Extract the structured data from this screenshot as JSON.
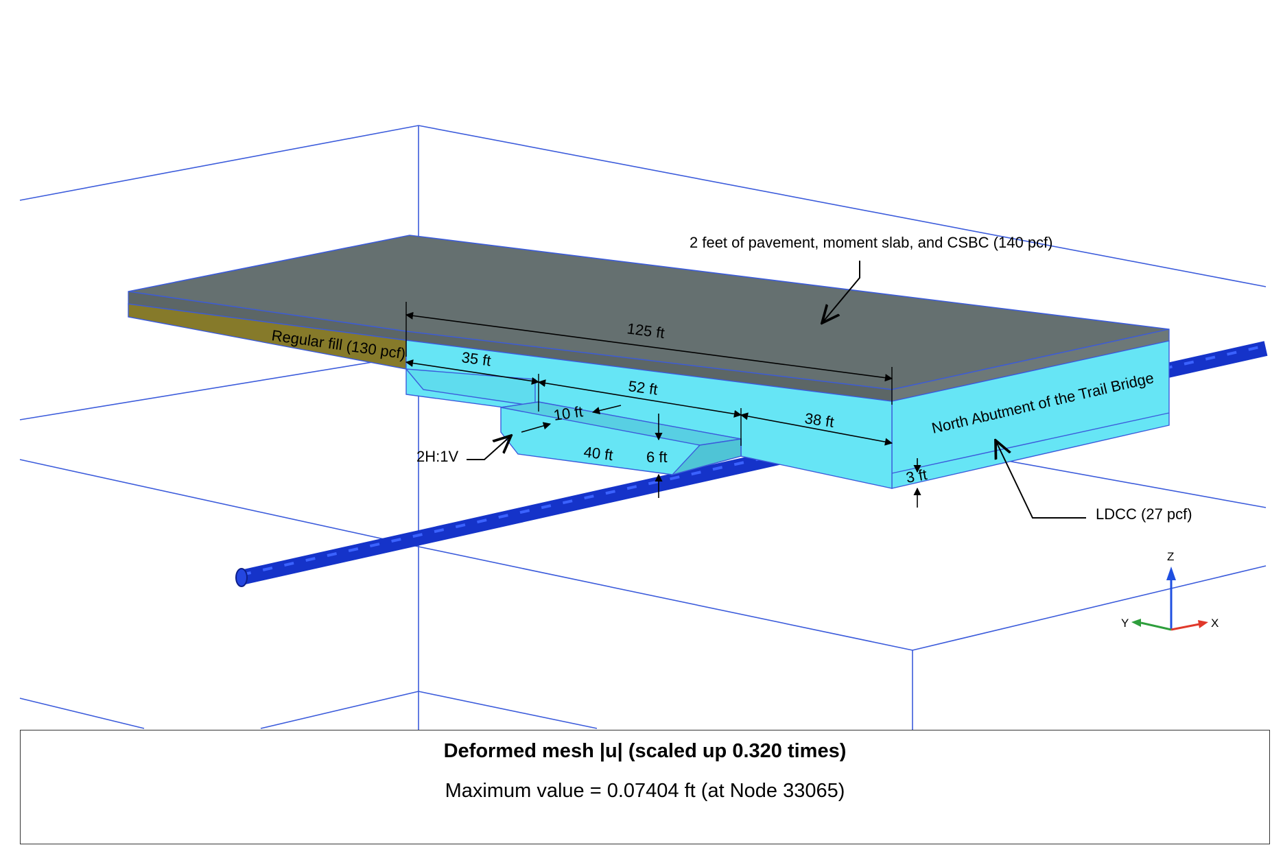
{
  "labels": {
    "pavement": "2 feet of pavement, moment slab, and CSBC (140 pcf)",
    "regular_fill": "Regular fill (130 pcf)",
    "abutment": "North Abutment of the Trail Bridge",
    "ldcc": "LDCC (27 pcf)",
    "slope": "2H:1V"
  },
  "dimensions": {
    "total_length": "125 ft",
    "first_segment": "35 ft",
    "middle_segment": "52 ft",
    "last_segment": "38 ft",
    "trench_width": "10 ft",
    "trench_length": "40 ft",
    "trench_depth": "6 ft",
    "base_thickness": "3 ft"
  },
  "axes": {
    "z": "Z",
    "y": "Y",
    "x": "X"
  },
  "result": {
    "title": "Deformed mesh |u| (scaled up 0.320 times)",
    "max_value": "Maximum value = 0.07404 ft (at Node 33065)"
  },
  "colors": {
    "mesh_line": "#3b5bdb",
    "pavement": "#657070",
    "regular_fill": "#867a2a",
    "ldcc": "#66e5f5",
    "pipe": "#1a3fd8",
    "z_axis": "#1f4fe0",
    "y_axis": "#2e9e3c",
    "x_axis": "#e0382a"
  }
}
